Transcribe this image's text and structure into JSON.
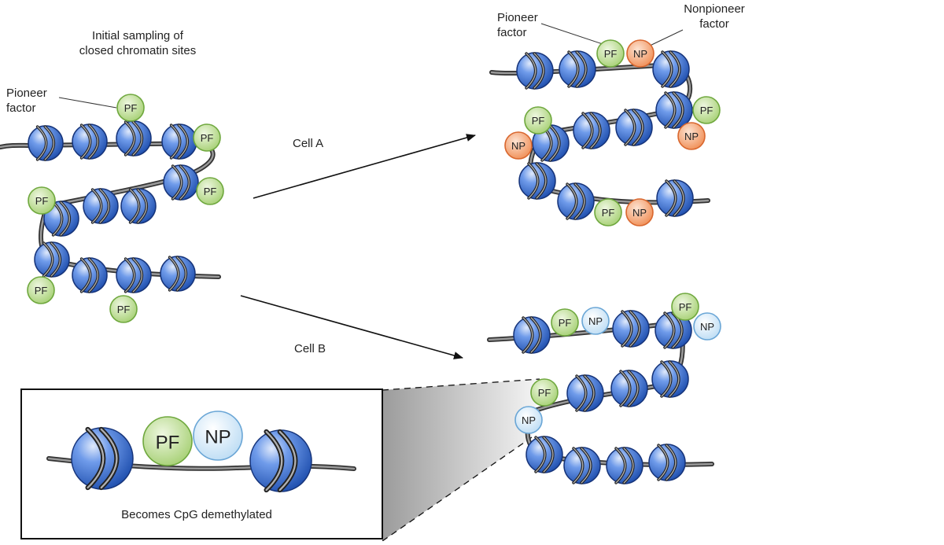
{
  "texts": {
    "initial_sampling": "Initial sampling of\nclosed chromatin sites",
    "pioneer_left": "Pioneer\nfactor",
    "pioneer_right": "Pioneer\nfactor",
    "nonpioneer": "Nonpioneer\nfactor",
    "cell_a": "Cell A",
    "cell_b": "Cell B",
    "demethylated": "Becomes CpG demethylated"
  },
  "factor_labels": {
    "pioneer": "PF",
    "nonpioneer": "NP"
  },
  "colors": {
    "nucleosome": "#3a6fd0",
    "dna": "#555555",
    "pf_fill": "#b9dc8e",
    "pf_stroke": "#6fa83e",
    "np_a_fill": "#f5a779",
    "np_a_stroke": "#d9672e",
    "np_b_fill": "#d3e8f8",
    "np_b_stroke": "#6aa6d6"
  }
}
